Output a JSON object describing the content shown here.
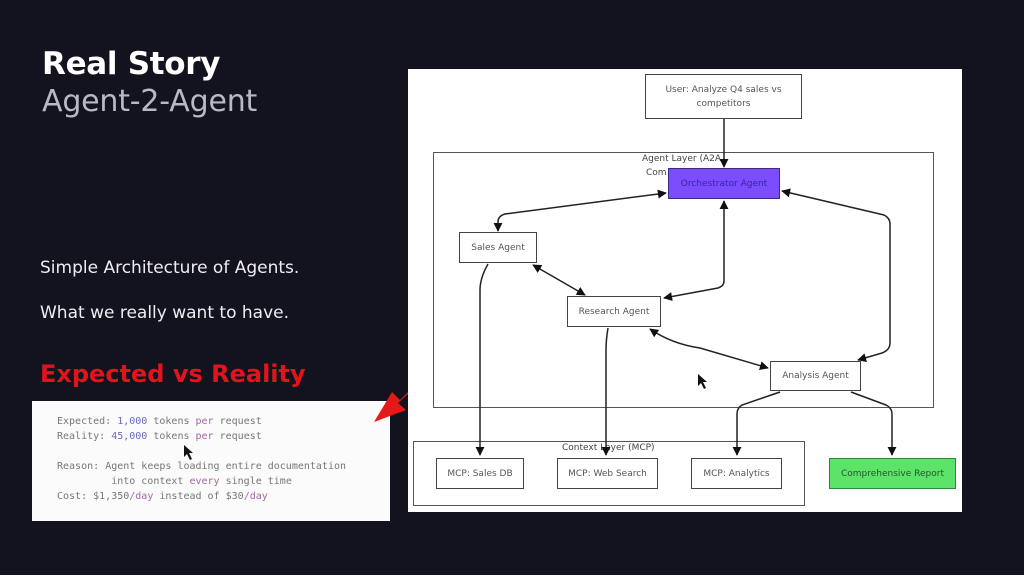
{
  "slide": {
    "title": "Real Story",
    "subtitle": "Agent-2-Agent",
    "line1": "Simple Architecture of Agents.",
    "line2": "What we really want to have.",
    "section_heading": "Expected vs Reality",
    "colors": {
      "background": "#13121f",
      "heading_red": "#e0151c",
      "orchestrator": "#7b4dff",
      "report": "#5de36a"
    }
  },
  "code_snippet": {
    "lines": [
      {
        "label": "Expected:",
        "value": "1,000",
        "rest": "tokens",
        "kw": "per",
        "tail": "request"
      },
      {
        "label": "Reality:",
        "value": "45,000",
        "rest": "tokens",
        "kw": "per",
        "tail": "request"
      }
    ],
    "reason_label": "Reason:",
    "reason_text": "Agent keeps loading entire documentation",
    "reason_cont_a": "into context",
    "reason_cont_kw": "every",
    "reason_cont_b": "single time",
    "cost_label": "Cost:",
    "cost_value": "$1,350",
    "cost_unit": "/day",
    "cost_mid": "instead of",
    "cost_value2": "$30",
    "cost_unit2": "/day"
  },
  "diagram": {
    "user_box": {
      "line1": "User: Analyze Q4 sales vs",
      "line2": "competitors"
    },
    "agent_layer_label_1": "Agent Layer (A2A",
    "agent_layer_label_2": "Com",
    "orchestrator": "Orchestrator Agent",
    "sales_agent": "Sales Agent",
    "research_agent": "Research Agent",
    "analysis_agent": "Analysis Agent",
    "context_layer_label": "Context Layer (MCP)",
    "mcp_sales_db": "MCP: Sales DB",
    "mcp_web_search": "MCP: Web Search",
    "mcp_analytics": "MCP: Analytics",
    "report": "Comprehensive Report"
  }
}
